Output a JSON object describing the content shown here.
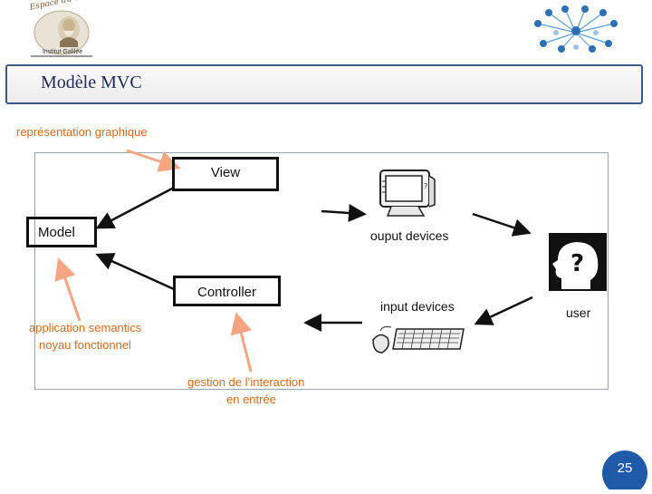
{
  "header": {
    "title": "Modèle MVC",
    "logo_caption": "Institut Galilée",
    "logo_script": "Espace du devenir"
  },
  "annotations": {
    "top_left": "représentation graphique",
    "bottom_left_line1": "application semantics",
    "bottom_left_line2": "noyau fonctionnel",
    "bottom_center_line1": "gestion de l’interaction",
    "bottom_center_line2": "en entrée"
  },
  "diagram": {
    "view": "View",
    "model": "Model",
    "controller": "Controller",
    "output_devices": "ouput devices",
    "input_devices": "input devices",
    "user": "user"
  },
  "icons": {
    "logo": "galileo-portrait-logo",
    "network": "people-network-icon",
    "monitor": "computer-monitor-icon",
    "keyboard_mouse": "keyboard-mouse-icon",
    "user": "head-question-icon"
  },
  "colors": {
    "title_border": "#3d5a80",
    "annotation": "#d2691e",
    "arrow_orange": "#f4a582",
    "page_badge": "#1e5aa8"
  },
  "footer": {
    "page_number": "25"
  }
}
